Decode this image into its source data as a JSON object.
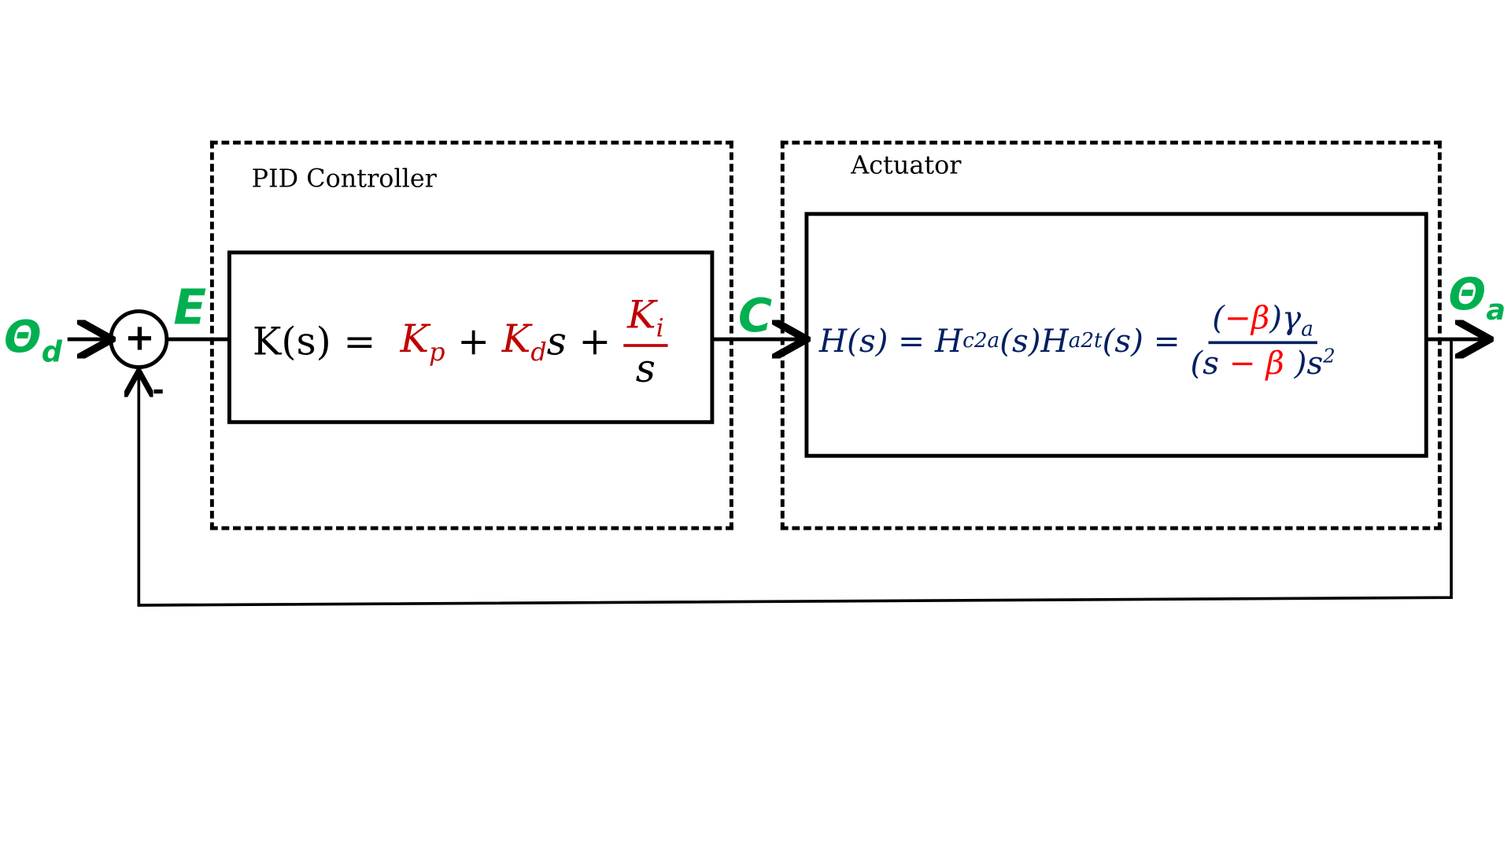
{
  "blocks": {
    "pid": {
      "title": "PID Controller"
    },
    "actuator": {
      "title": "Actuator"
    }
  },
  "signals": {
    "input": {
      "symbol": "Θ",
      "sub": "d"
    },
    "error": "E",
    "control": "C",
    "output": {
      "symbol": "Θ",
      "sub": "a"
    },
    "feedback_sign": "-",
    "sum_sign": "+"
  },
  "equations": {
    "pid": {
      "lhs": "K(s) =",
      "kp": "K",
      "kp_sub": "p",
      "plus1": "+",
      "kd": "K",
      "kd_sub": "d",
      "s": "s",
      "plus2": "+",
      "ki": "K",
      "ki_sub": "i",
      "den": "s"
    },
    "actuator": {
      "lhs": "H(s) = H",
      "sub1": "c2a",
      "mid": "(s)H",
      "sub2": "a2t",
      "tail": "(s) =",
      "num_open": "(",
      "num_beta": "−β",
      "num_close": ")γ",
      "num_sub": "a",
      "den_open": "(s ",
      "den_beta": "− β",
      "den_close": " )s",
      "den_sup": "2"
    }
  },
  "colors": {
    "signal": "#00B050",
    "gain": "#C00000",
    "beta": "#FF0000",
    "plant": "#002060"
  }
}
